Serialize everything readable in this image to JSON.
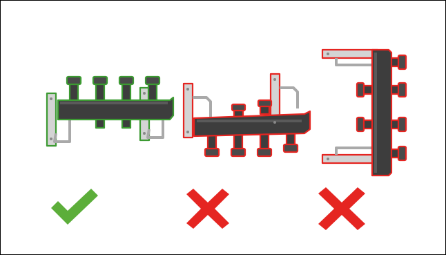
{
  "diagram": {
    "panels": [
      {
        "orientation": "horizontal-upright",
        "outline_color": "#3c9a32",
        "verdict": "correct"
      },
      {
        "orientation": "horizontal-inverted",
        "outline_color": "#e52521",
        "verdict": "incorrect"
      },
      {
        "orientation": "vertical",
        "outline_color": "#e52521",
        "verdict": "incorrect"
      }
    ],
    "icons": {
      "correct": "check-icon",
      "incorrect": "cross-icon"
    },
    "colors": {
      "body": "#3d3d3d",
      "body_highlight": "#5a5a5a",
      "bracket": "#cfcfcf",
      "check": "#5cae3a",
      "cross": "#e52521"
    }
  }
}
